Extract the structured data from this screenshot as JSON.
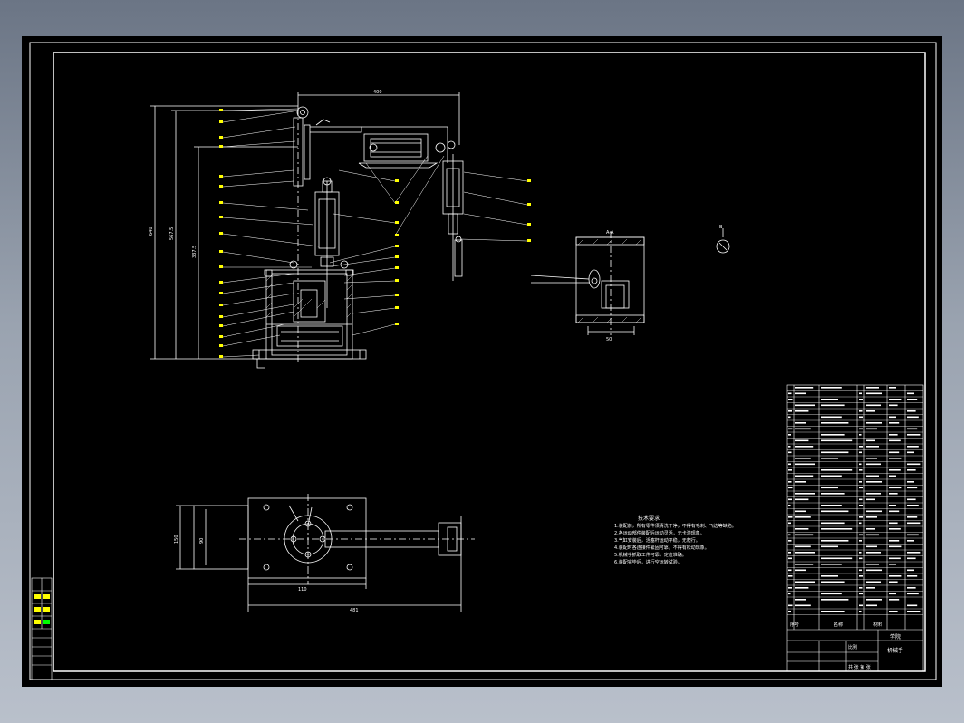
{
  "tech_requirements": {
    "title": "技术要求",
    "items": [
      "1.装配前，所有零件须清洗干净，不得有毛刺、飞边等缺陷。",
      "2.各运动部件装配后运动灵活，无卡滞现象。",
      "3.气缸安装后，活塞杆运动平稳，无爬行。",
      "4.装配时各连接件紧固可靠，不得有松动现象。",
      "5.机械手抓取工件可靠，定位准确。",
      "6.装配完毕后，进行空运转试验。"
    ]
  },
  "title_block": {
    "school": "学院",
    "name": "机械手",
    "scale_label": "比例",
    "sheet_label": "共 张 第 张",
    "col_seq": "序号",
    "col_name": "名称",
    "col_material": "材料"
  },
  "dimensions": {
    "overall_width": "400",
    "total_height": "640",
    "height_2": "567.5",
    "height_3": "337.5",
    "section_width": "50",
    "plan_width": "110",
    "plan_length": "481",
    "plan_depth": "150",
    "plan_inner": "90"
  },
  "section_marks": [
    "A-A",
    "B"
  ],
  "colors": {
    "background": "#000000",
    "lines": "#ffffff",
    "border": "#ffffff",
    "layer_yellow": "#ffff00",
    "layer_cyan": "#00ffff",
    "layer_green": "#00ff00"
  }
}
